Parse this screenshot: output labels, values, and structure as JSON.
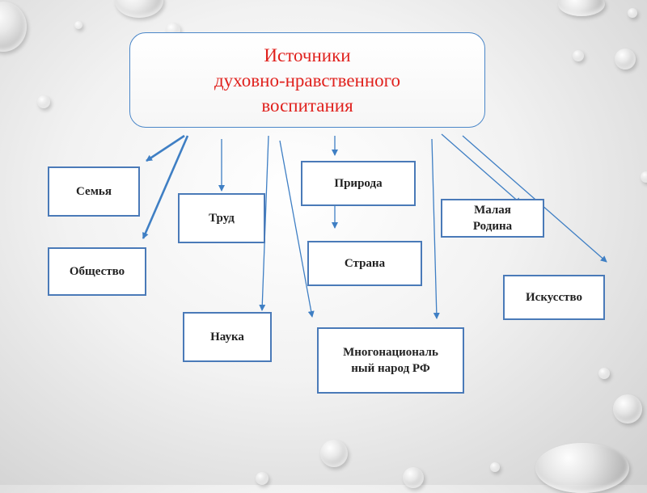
{
  "title": {
    "line1": "Источники",
    "line2": "духовно-нравственного",
    "line3": "воспитания"
  },
  "nodes": {
    "semya": "Семья",
    "obshchestvo": "Общество",
    "trud": "Труд",
    "nauka": "Наука",
    "priroda": "Природа",
    "strana": "Страна",
    "narod_line1": "Многонациональ",
    "narod_line2": "ный народ РФ",
    "rodina_line1": "Малая",
    "rodina_line2": "Родина",
    "iskusstvo": "Искусство"
  },
  "colors": {
    "title_text": "#e0211d",
    "border": "#4a7ab8",
    "arrow": "#3f7fc4"
  }
}
